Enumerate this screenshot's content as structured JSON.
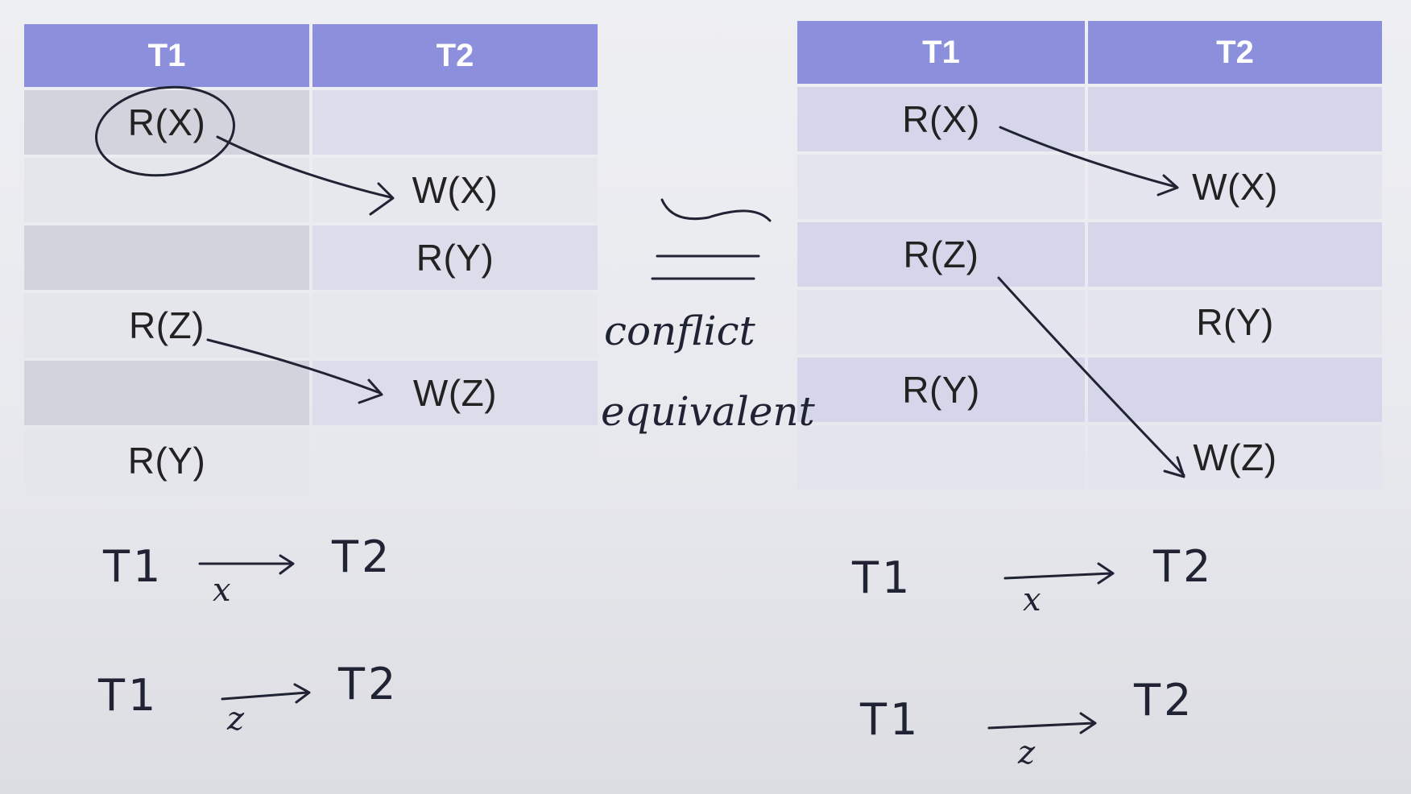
{
  "left_schedule": {
    "headers": [
      "T1",
      "T2"
    ],
    "rows": [
      [
        "R(X)",
        ""
      ],
      [
        "",
        "W(X)"
      ],
      [
        "",
        "R(Y)"
      ],
      [
        "R(Z)",
        ""
      ],
      [
        "",
        "W(Z)"
      ],
      [
        "R(Y)",
        ""
      ]
    ]
  },
  "right_schedule": {
    "headers": [
      "T1",
      "T2"
    ],
    "rows": [
      [
        "R(X)",
        ""
      ],
      [
        "",
        "W(X)"
      ],
      [
        "R(Z)",
        ""
      ],
      [
        "",
        "R(Y)"
      ],
      [
        "R(Y)",
        ""
      ],
      [
        "",
        "W(Z)"
      ]
    ]
  },
  "center": {
    "symbol": "≅",
    "line1": "conflict",
    "line2": "equivalent"
  },
  "left_notes": [
    {
      "from": "T1",
      "to": "T2",
      "via": "x"
    },
    {
      "from": "T1",
      "to": "T2",
      "via": "z"
    }
  ],
  "right_notes": [
    {
      "from": "T1",
      "to": "T2",
      "via": "x"
    },
    {
      "from": "T1",
      "to": "T2",
      "via": "z"
    }
  ]
}
